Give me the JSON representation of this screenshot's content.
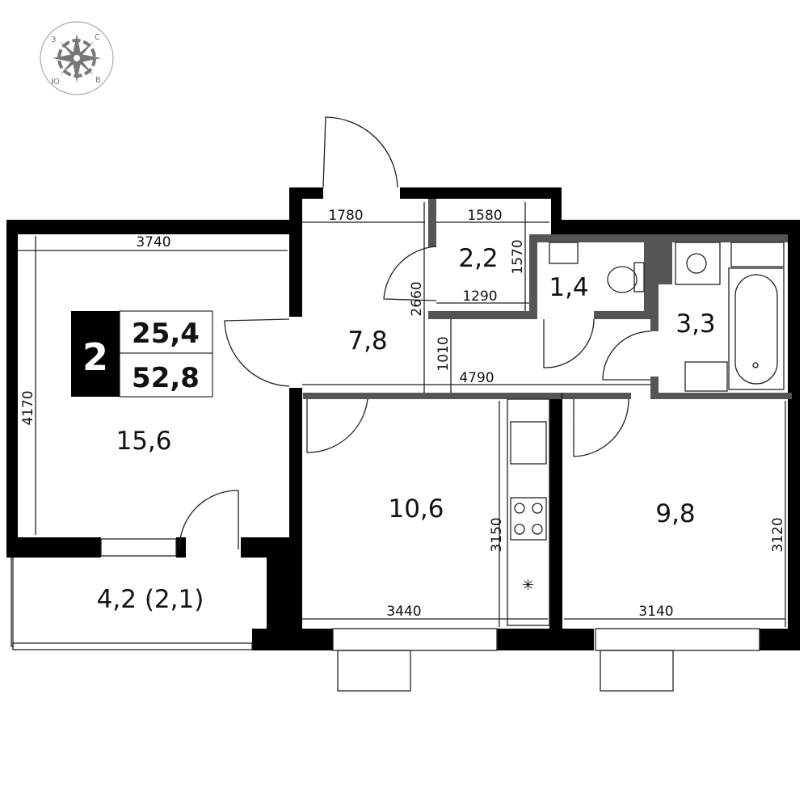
{
  "compass": {
    "north": "С",
    "west": "З",
    "south": "Ю",
    "east": "В"
  },
  "summary": {
    "rooms": "2",
    "living_area": "25,4",
    "total_area": "52,8"
  },
  "rooms": {
    "living": "15,6",
    "hall": "7,8",
    "storage": "2,2",
    "wc": "1,4",
    "bathroom": "3,3",
    "kitchen": "10,6",
    "bedroom": "9,8",
    "balcony": "4,2 (2,1)"
  },
  "dimensions": {
    "living_width": "3740",
    "living_depth": "4170",
    "hall_top_left": "1780",
    "storage_width": "1580",
    "storage_depth": "1570",
    "wc_width": "1290",
    "hall_depth": "2660",
    "hall_gap": "1010",
    "corridor_length": "4790",
    "kitchen_width": "3440",
    "kitchen_depth": "3150",
    "bedroom_width": "3140",
    "bedroom_depth": "3120"
  },
  "colors": {
    "wall_outer": "#000000",
    "wall_inner": "#555555",
    "compass": "#777777"
  }
}
